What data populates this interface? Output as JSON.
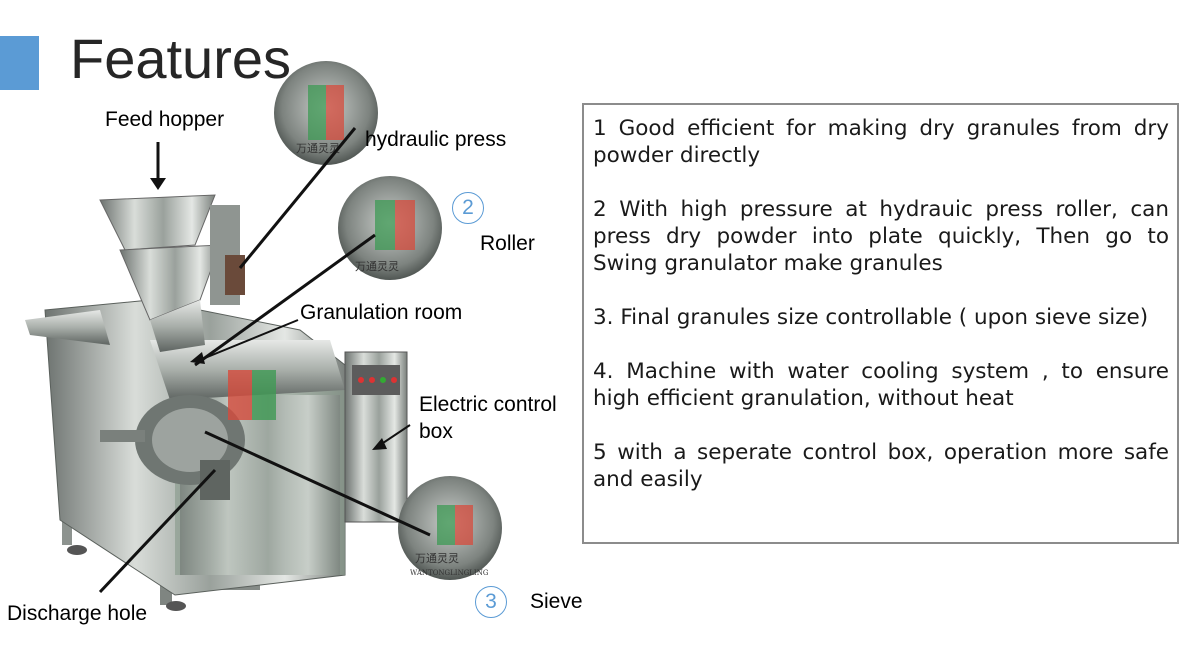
{
  "title": "Features",
  "accent_color": "#5b9bd5",
  "labels": {
    "feed_hopper": "Feed hopper",
    "hydraulic_press": "hydraulic press",
    "roller": "Roller",
    "granulation_room": "Granulation room",
    "electric_control_box_line1": "Electric control",
    "electric_control_box_line2": "box",
    "discharge_hole": "Discharge hole",
    "sieve": "Sieve"
  },
  "callout_numbers": {
    "roller": "2",
    "sieve": "3"
  },
  "watermark_text": [
    "万通灵灵",
    "WANTONGLINGLING"
  ],
  "features": [
    "1 Good efficient for making dry granules from dry powder directly",
    "2 With high pressure at hydrauic press roller, can press dry powder into plate quickly, Then go to Swing granulator make granules",
    "3. Final granules size controllable ( upon sieve size)",
    "4. Machine with water cooling system , to ensure high efficient granulation, without heat",
    "5 with a seperate control box, operation more safe and easily"
  ]
}
